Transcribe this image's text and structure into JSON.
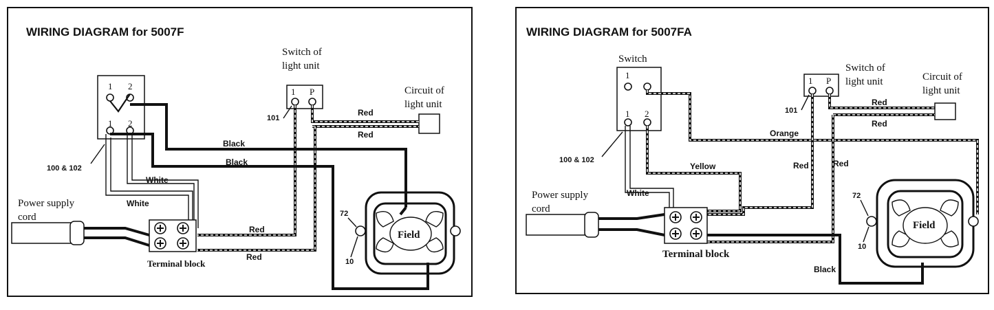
{
  "diagram_a": {
    "title": "WIRING DIAGRAM for 5007F",
    "switch_label_1": "1",
    "switch_label_2": "2",
    "switch_label_1b": "1",
    "switch_label_2b": "2",
    "switch_ref": "100 & 102",
    "light_switch_title_1": "Switch of",
    "light_switch_title_2": "light unit",
    "light_switch_1": "1",
    "light_switch_p": "P",
    "light_switch_ref": "101",
    "circuit_title_1": "Circuit of",
    "circuit_title_2": "light unit",
    "wire_red_1": "Red",
    "wire_red_2": "Red",
    "wire_black_1": "Black",
    "wire_black_2": "Black",
    "wire_white_1": "White",
    "wire_white_2": "White",
    "wire_red_3": "Red",
    "wire_red_4": "Red",
    "power_1": "Power supply",
    "power_2": "cord",
    "terminal_block": "Terminal block",
    "field": "Field",
    "ref_72": "72",
    "ref_10": "10"
  },
  "diagram_b": {
    "title": "WIRING DIAGRAM for 5007FA",
    "switch_title": "Switch",
    "switch_label_1": "1",
    "switch_label_1b": "1",
    "switch_label_2b": "2",
    "switch_ref": "100 & 102",
    "light_switch_title_1": "Switch of",
    "light_switch_title_2": "light unit",
    "light_switch_1": "1",
    "light_switch_p": "P",
    "light_switch_ref": "101",
    "circuit_title_1": "Circuit of",
    "circuit_title_2": "light unit",
    "wire_red_1": "Red",
    "wire_red_2": "Red",
    "wire_orange": "Orange",
    "wire_red_3": "Red",
    "wire_red_4": "Red",
    "wire_yellow": "Yellow",
    "wire_white": "White",
    "wire_black": "Black",
    "power_1": "Power supply",
    "power_2": "cord",
    "terminal_block": "Terminal block",
    "field": "Field",
    "ref_72": "72",
    "ref_10": "10"
  }
}
